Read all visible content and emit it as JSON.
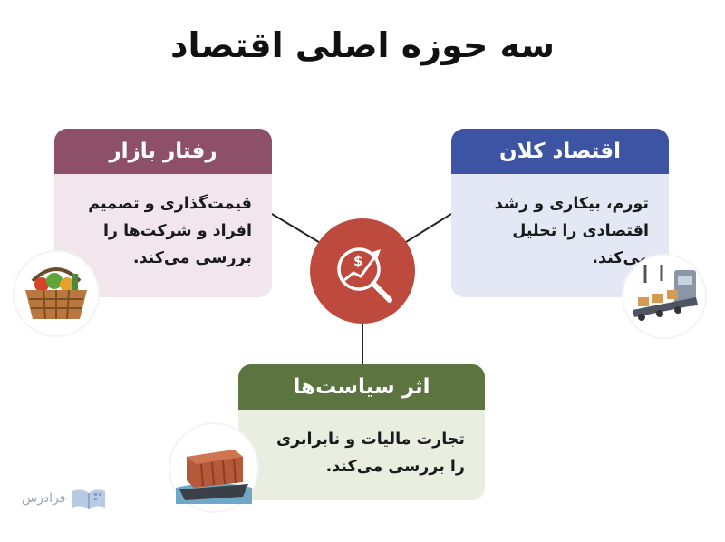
{
  "title": "سه حوزه اصلی اقتصاد",
  "cards": {
    "market": {
      "heading": "رفتار بازار",
      "lines": [
        "قیمت‌گذاری و تصمیم",
        "افراد و شرکت‌ها را",
        "بررسی می‌کند."
      ],
      "icon": "grocery-basket-icon",
      "color": "#8e4f69"
    },
    "macro": {
      "heading": "اقتصاد کلان",
      "lines": [
        "تورم، بیکاری و رشد",
        "اقتصادی را تحلیل",
        "می‌کند."
      ],
      "icon": "factory-conveyor-icon",
      "color": "#3d54a5"
    },
    "policy": {
      "heading": "اثر سیاست‌ها",
      "lines": [
        "تجارت مالیات و نابرابری",
        "را بررسی می‌کند."
      ],
      "icon": "shipping-container-icon",
      "color": "#5c7540"
    }
  },
  "hub": {
    "icon": "magnifier-growth-chart-icon",
    "color": "#bd4a3d"
  },
  "brand": {
    "name": "فرادرس",
    "icon": "book-icon"
  }
}
